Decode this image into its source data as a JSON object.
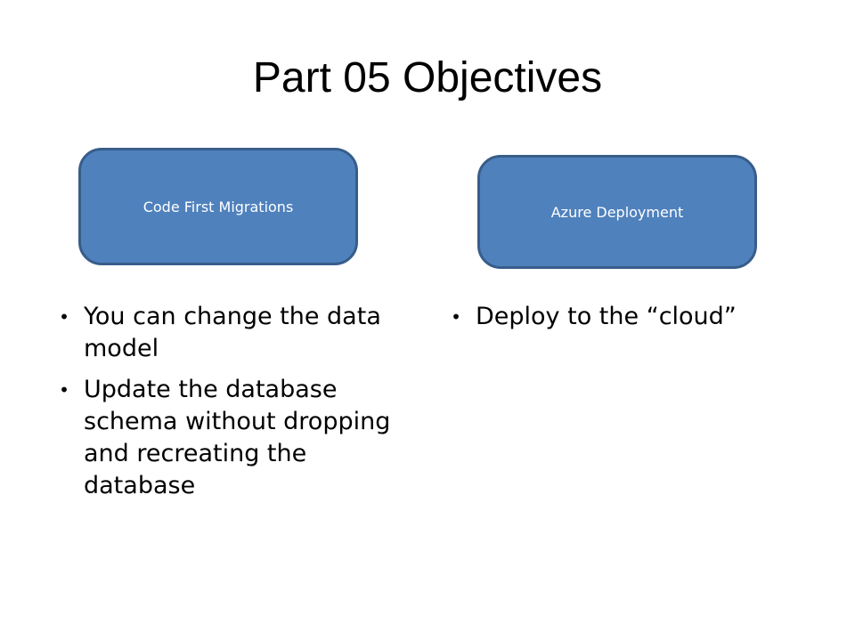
{
  "slide": {
    "title": "Part 05 Objectives",
    "colors": {
      "pill_fill": "#4f81bd",
      "pill_border": "#385d8a",
      "pill_text": "#ffffff",
      "text": "#000000",
      "background": "#ffffff"
    }
  },
  "left": {
    "pill_label": "Code First Migrations",
    "bullets": [
      {
        "text": "You can change the data model"
      },
      {
        "text": "Update the database schema without dropping and recreating the database"
      }
    ]
  },
  "right": {
    "pill_label": "Azure Deployment",
    "bullets": [
      {
        "text": "Deploy to the “cloud”"
      }
    ]
  },
  "bullet_icon": "bullet-dot"
}
